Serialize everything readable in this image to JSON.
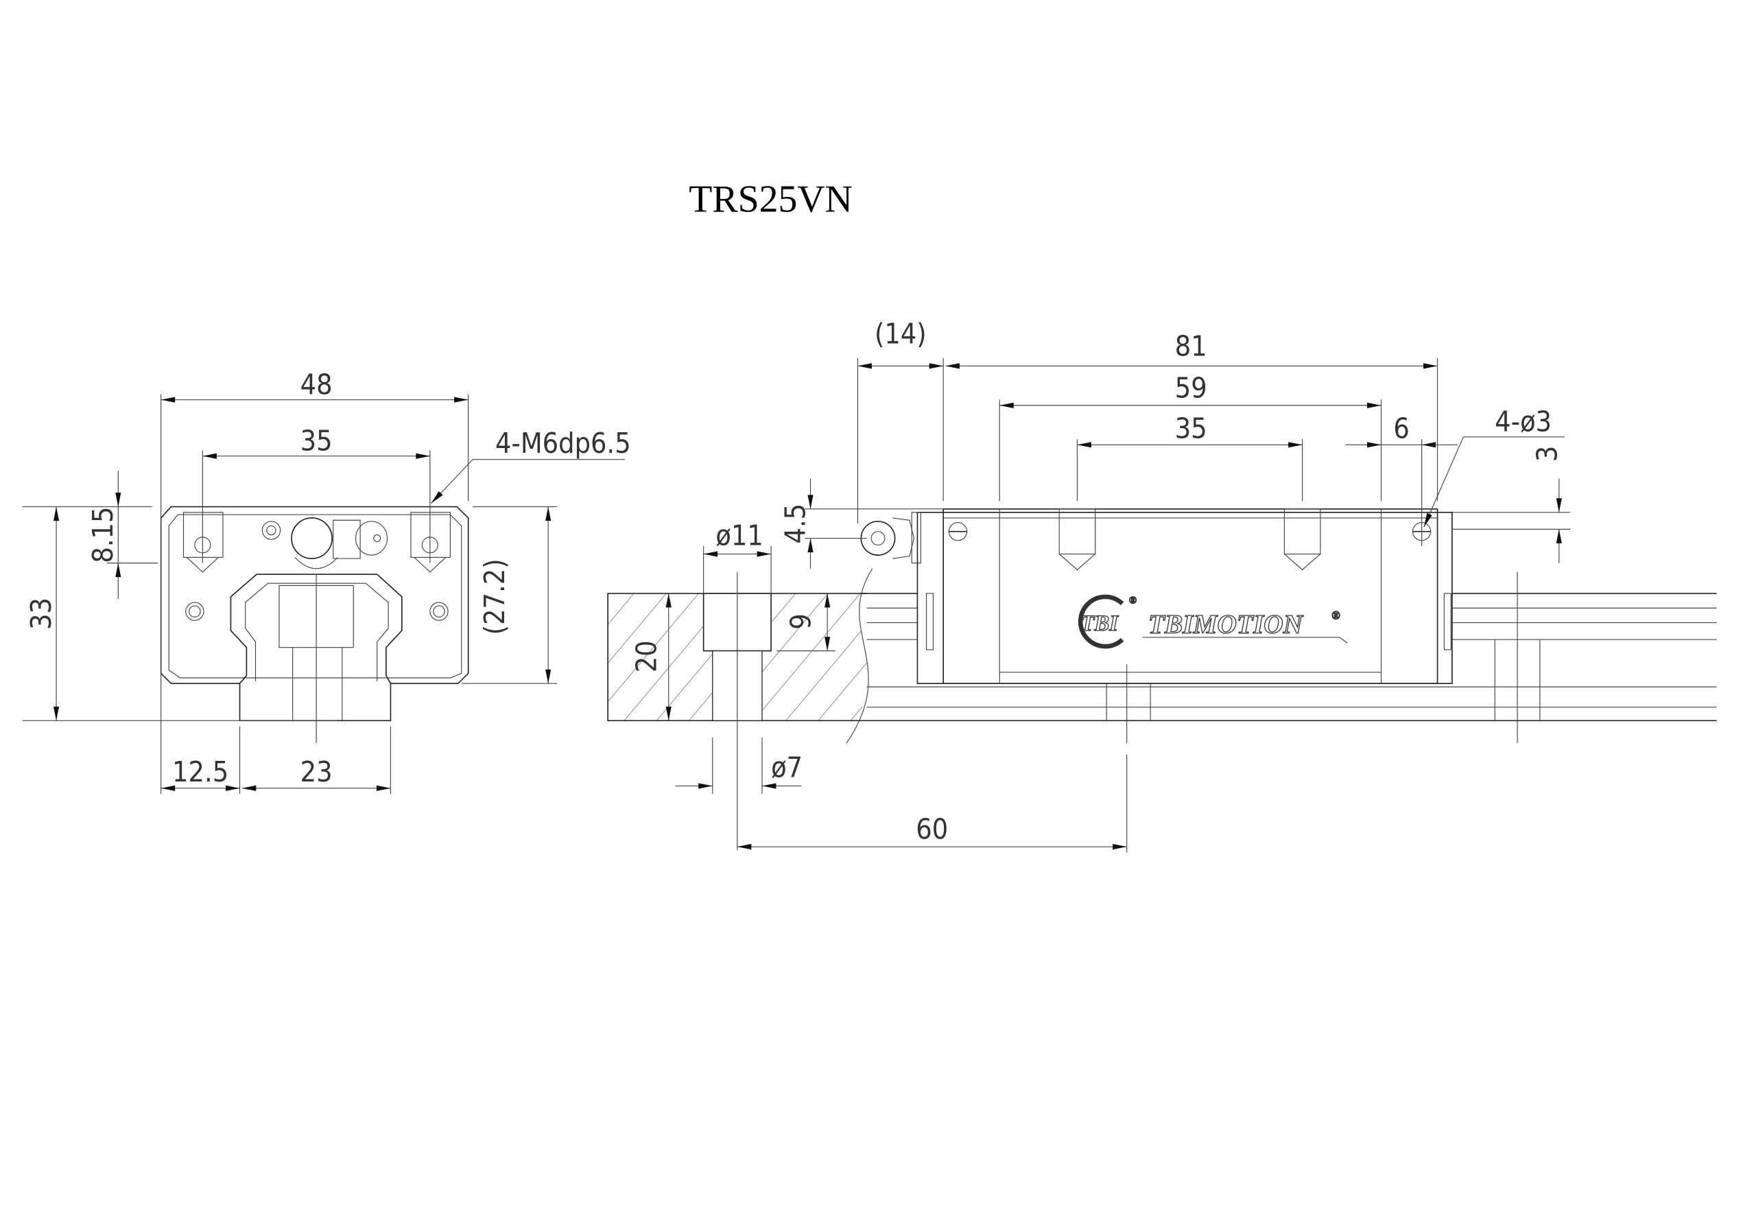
{
  "title": "TRS25VN",
  "end_view": {
    "dims": {
      "width_48": "48",
      "hole_pitch_35": "35",
      "tap_note": "4-M6dp6.5",
      "height_33": "33",
      "top_8_15": "8.15",
      "block_27_2": "(27.2)",
      "side_12_5": "12.5",
      "rail_23": "23"
    }
  },
  "side_view": {
    "dims": {
      "nipple_14": "(14)",
      "length_81": "81",
      "body_59": "59",
      "hole_pitch_35": "35",
      "edge_6": "6",
      "hole_note": "4-ø3",
      "depth_3": "3",
      "nipple_4_5": "4.5",
      "cbore_11": "ø11",
      "cbore_depth_9": "9",
      "rail_height_20": "20",
      "thru_7": "ø7",
      "pitch_60": "60"
    },
    "logo": {
      "mark": "TBI",
      "brand": "TBIMOTION",
      "registered": "®"
    }
  },
  "colors": {
    "line": "#222222",
    "background": "#ffffff"
  }
}
